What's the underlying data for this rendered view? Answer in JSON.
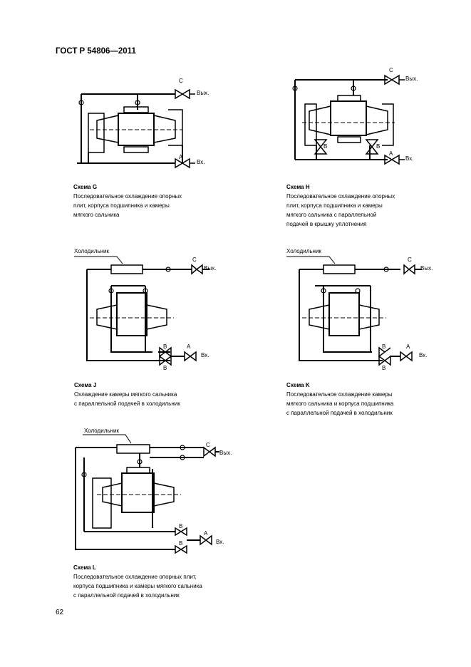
{
  "header": {
    "title": "ГОСТ Р 54806—2011"
  },
  "page_number": "62",
  "labels": {
    "outlet": "Вых.",
    "inlet": "Вх.",
    "valve_a": "А",
    "valve_b": "В",
    "valve_c": "С",
    "cooler": "Холодильник"
  },
  "schemes": [
    {
      "title": "Схема G",
      "description": "Последовательное охлаждение опорных\nплит, корпуса подшипника и камеры\nмягкого сальника"
    },
    {
      "title": "Схема H",
      "description": "Последовательное охлаждение опорных\nплит, корпуса подшипника и камеры\nмягкого сальника с параллельной\nподачей в крышку уплотнения"
    },
    {
      "title": "Схема J",
      "description": "Охлаждение камеры мягкого сальника\nс параллельной подачей в холодильник"
    },
    {
      "title": "Схема K",
      "description": "Последовательное охлаждение камеры\nмягкого сальника и корпуса подшипника\nс параллельной подачей в холодильник"
    },
    {
      "title": "Схема L",
      "description": "Последовательное охлаждение опорных плит,\nкорпуса подшипника и камеры мягкого сальника\nс параллельной подачей в холодильник"
    }
  ]
}
